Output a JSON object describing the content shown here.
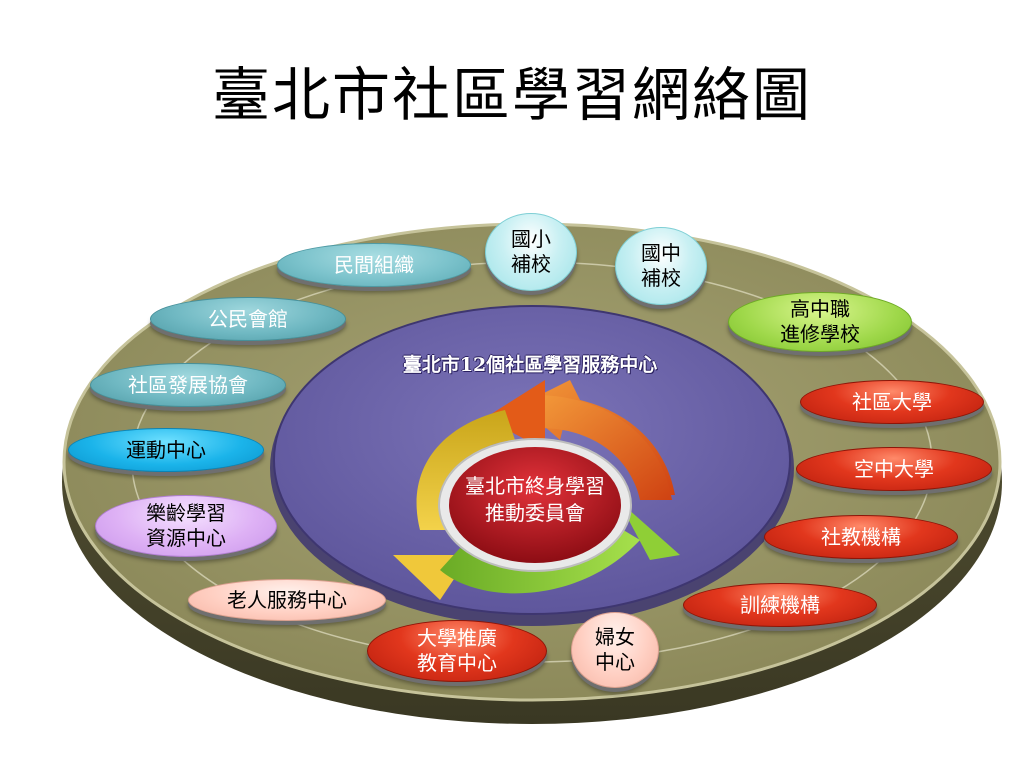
{
  "title": "臺北市社區學習網絡圖",
  "inner_ring_title": "臺北市12個社區學習服務中心",
  "hub": {
    "line1": "臺北市終身學習",
    "line2": "推動委員會"
  },
  "nodes": {
    "minjian": [
      "民間組織"
    ],
    "guoxiao": [
      "國小",
      "補校"
    ],
    "guozhong": [
      "國中",
      "補校"
    ],
    "gaozhongzhi": [
      "高中職",
      "進修學校"
    ],
    "gongmin": [
      "公民會館"
    ],
    "shequ_fazhan": [
      "社區發展協會"
    ],
    "shequ_daxue": [
      "社區大學"
    ],
    "yundong": [
      "運動中心"
    ],
    "kongzhong": [
      "空中大學"
    ],
    "leling": [
      "樂齡學習",
      "資源中心"
    ],
    "shejiao": [
      "社教機構"
    ],
    "laoren": [
      "老人服務中心"
    ],
    "xunlian": [
      "訓練機構"
    ],
    "daxue_tuiguang": [
      "大學推廣",
      "教育中心"
    ],
    "funv": [
      "婦女",
      "中心"
    ]
  },
  "colors": {
    "outer_ring": "#8f8c5f",
    "outer_rim": "#bdbb8f",
    "inner_disc": "#6b62a8",
    "hub_red": "#b3121d",
    "arrow_orange": "#e8621c",
    "arrow_yellow": "#e0b41e",
    "arrow_green": "#7cc02c"
  }
}
